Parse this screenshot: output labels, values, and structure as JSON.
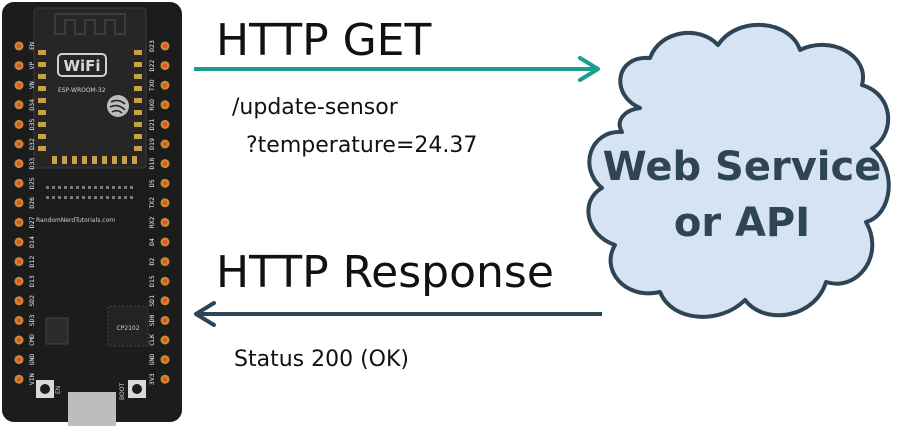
{
  "request": {
    "label": "HTTP GET",
    "path_line1": "/update-sensor",
    "path_line2": "?temperature=24.37"
  },
  "response": {
    "label": "HTTP Response",
    "status": "Status 200 (OK)"
  },
  "cloud": {
    "line1": "Web Service",
    "line2": "or API"
  },
  "board": {
    "logo_text": "WiFi",
    "module_text": "ESP-WROOM-32",
    "site_text": "RandomNerdTutorials.com",
    "chip_text": "CP2102",
    "en_button_text": "EN",
    "boot_button_text": "BOOT",
    "left_pins": [
      "EN",
      "VP",
      "VN",
      "D34",
      "D35",
      "D32",
      "D33",
      "D25",
      "D26",
      "D27",
      "D14",
      "D12",
      "D13",
      "SD2",
      "SD3",
      "CMD",
      "GND",
      "VIN"
    ],
    "right_pins": [
      "D23",
      "D22",
      "TXO",
      "RXO",
      "D21",
      "D19",
      "D18",
      "D5",
      "TX2",
      "RX2",
      "D4",
      "D2",
      "D15",
      "SD1",
      "SD0",
      "CLK",
      "GND",
      "3V3"
    ]
  },
  "colors": {
    "request_arrow": "#1a9e8e",
    "response_arrow": "#2e4556",
    "cloud_fill": "#d5e3f3",
    "cloud_stroke": "#2e4556",
    "board": "#1c1c1c"
  }
}
